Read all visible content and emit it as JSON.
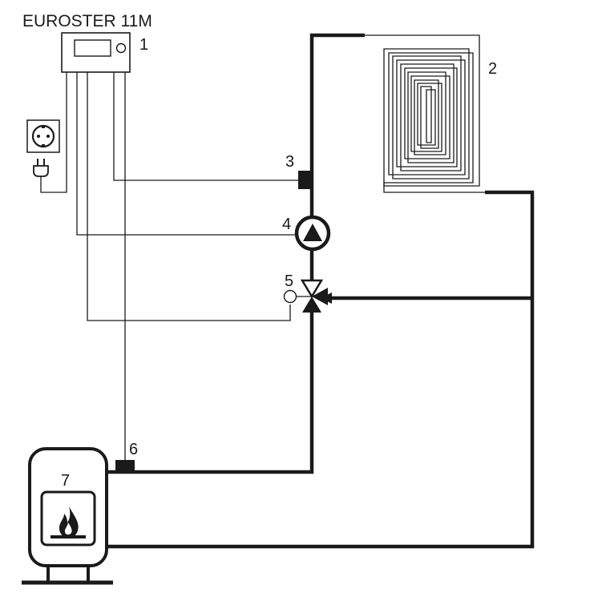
{
  "title": "EUROSTER 11M",
  "labels": {
    "controller": "1",
    "floor_heating": "2",
    "temp_sensor_supply": "3",
    "pump": "4",
    "mixing_valve": "5",
    "temp_sensor_boiler": "6",
    "boiler": "7"
  },
  "colors": {
    "line": "#1a1a1a",
    "background": "#ffffff"
  },
  "icons": {
    "controller": "thermostat-controller-icon",
    "socket": "power-socket-icon",
    "plug": "power-plug-icon",
    "pump": "circulation-pump-icon",
    "valve": "three-way-valve-icon",
    "sensor": "temperature-sensor-icon",
    "boiler": "boiler-icon",
    "flame": "flame-icon",
    "floor": "floor-heating-coil-icon"
  }
}
